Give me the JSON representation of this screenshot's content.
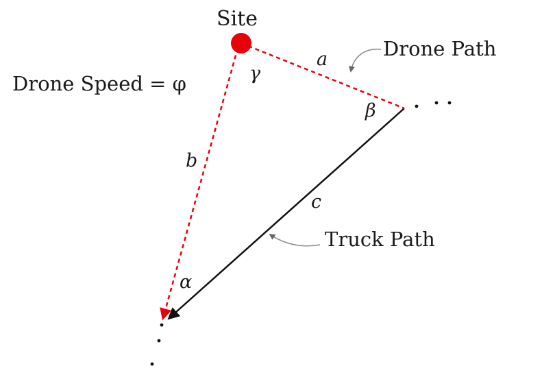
{
  "labels": {
    "site": "Site",
    "drone_speed": "Drone Speed = φ",
    "drone_path": "Drone Path",
    "truck_path": "Truck Path",
    "side_a": "a",
    "side_b": "b",
    "side_c": "c",
    "angle_alpha": "α",
    "angle_beta": "β",
    "angle_gamma": "γ",
    "ellipsis_right": ". . .",
    "ellipsis_down": ". . ."
  },
  "colors": {
    "site_node": "#e8000b",
    "drone_path": "#e8000b",
    "truck_path": "#111111",
    "leader": "#888888"
  }
}
